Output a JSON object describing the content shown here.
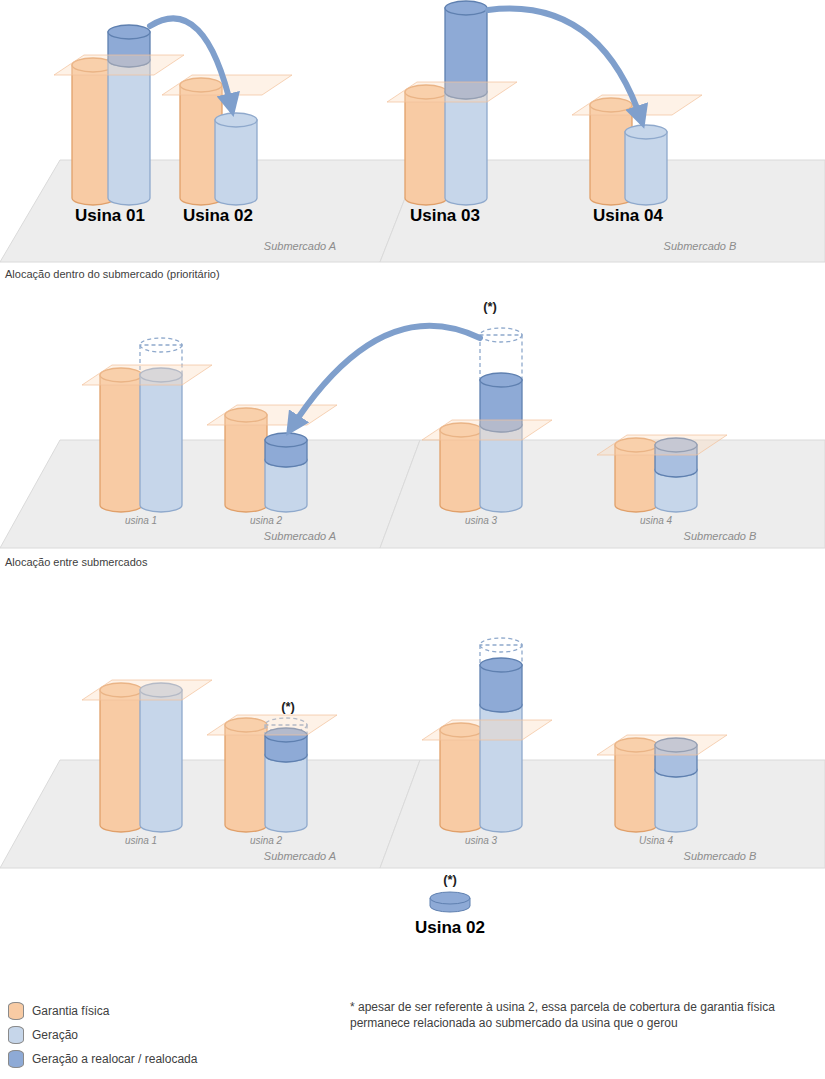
{
  "diagram": {
    "labels": [
      "Usina 01",
      "Usina 02",
      "Usina 03",
      "Usina 04",
      "Submercado A",
      "Submercado B",
      "Alocação dentro do submercado (prioritário)",
      "(*)",
      "usina 1",
      "usina 2",
      "usina 3",
      "usina 4",
      "Submercado A",
      "Submercado B",
      "Alocação entre submercados",
      "(*)",
      "usina 1",
      "usina 2",
      "usina 3",
      "Usina 4",
      "Submercado A",
      "Submercado B",
      "(*)",
      "Usina 02",
      "* apesar de ser referente à usina 2, essa parcela de cobertura de garantia física permanece relacionada ao submercado da usina que o gerou"
    ],
    "legend": [
      {
        "text": "Garantia física",
        "color": "#f8cba4"
      },
      {
        "text": "Geração",
        "color": "#c6d6ea"
      },
      {
        "text": "Geração a realocar / realocada",
        "color": "#8eaad6"
      }
    ]
  }
}
